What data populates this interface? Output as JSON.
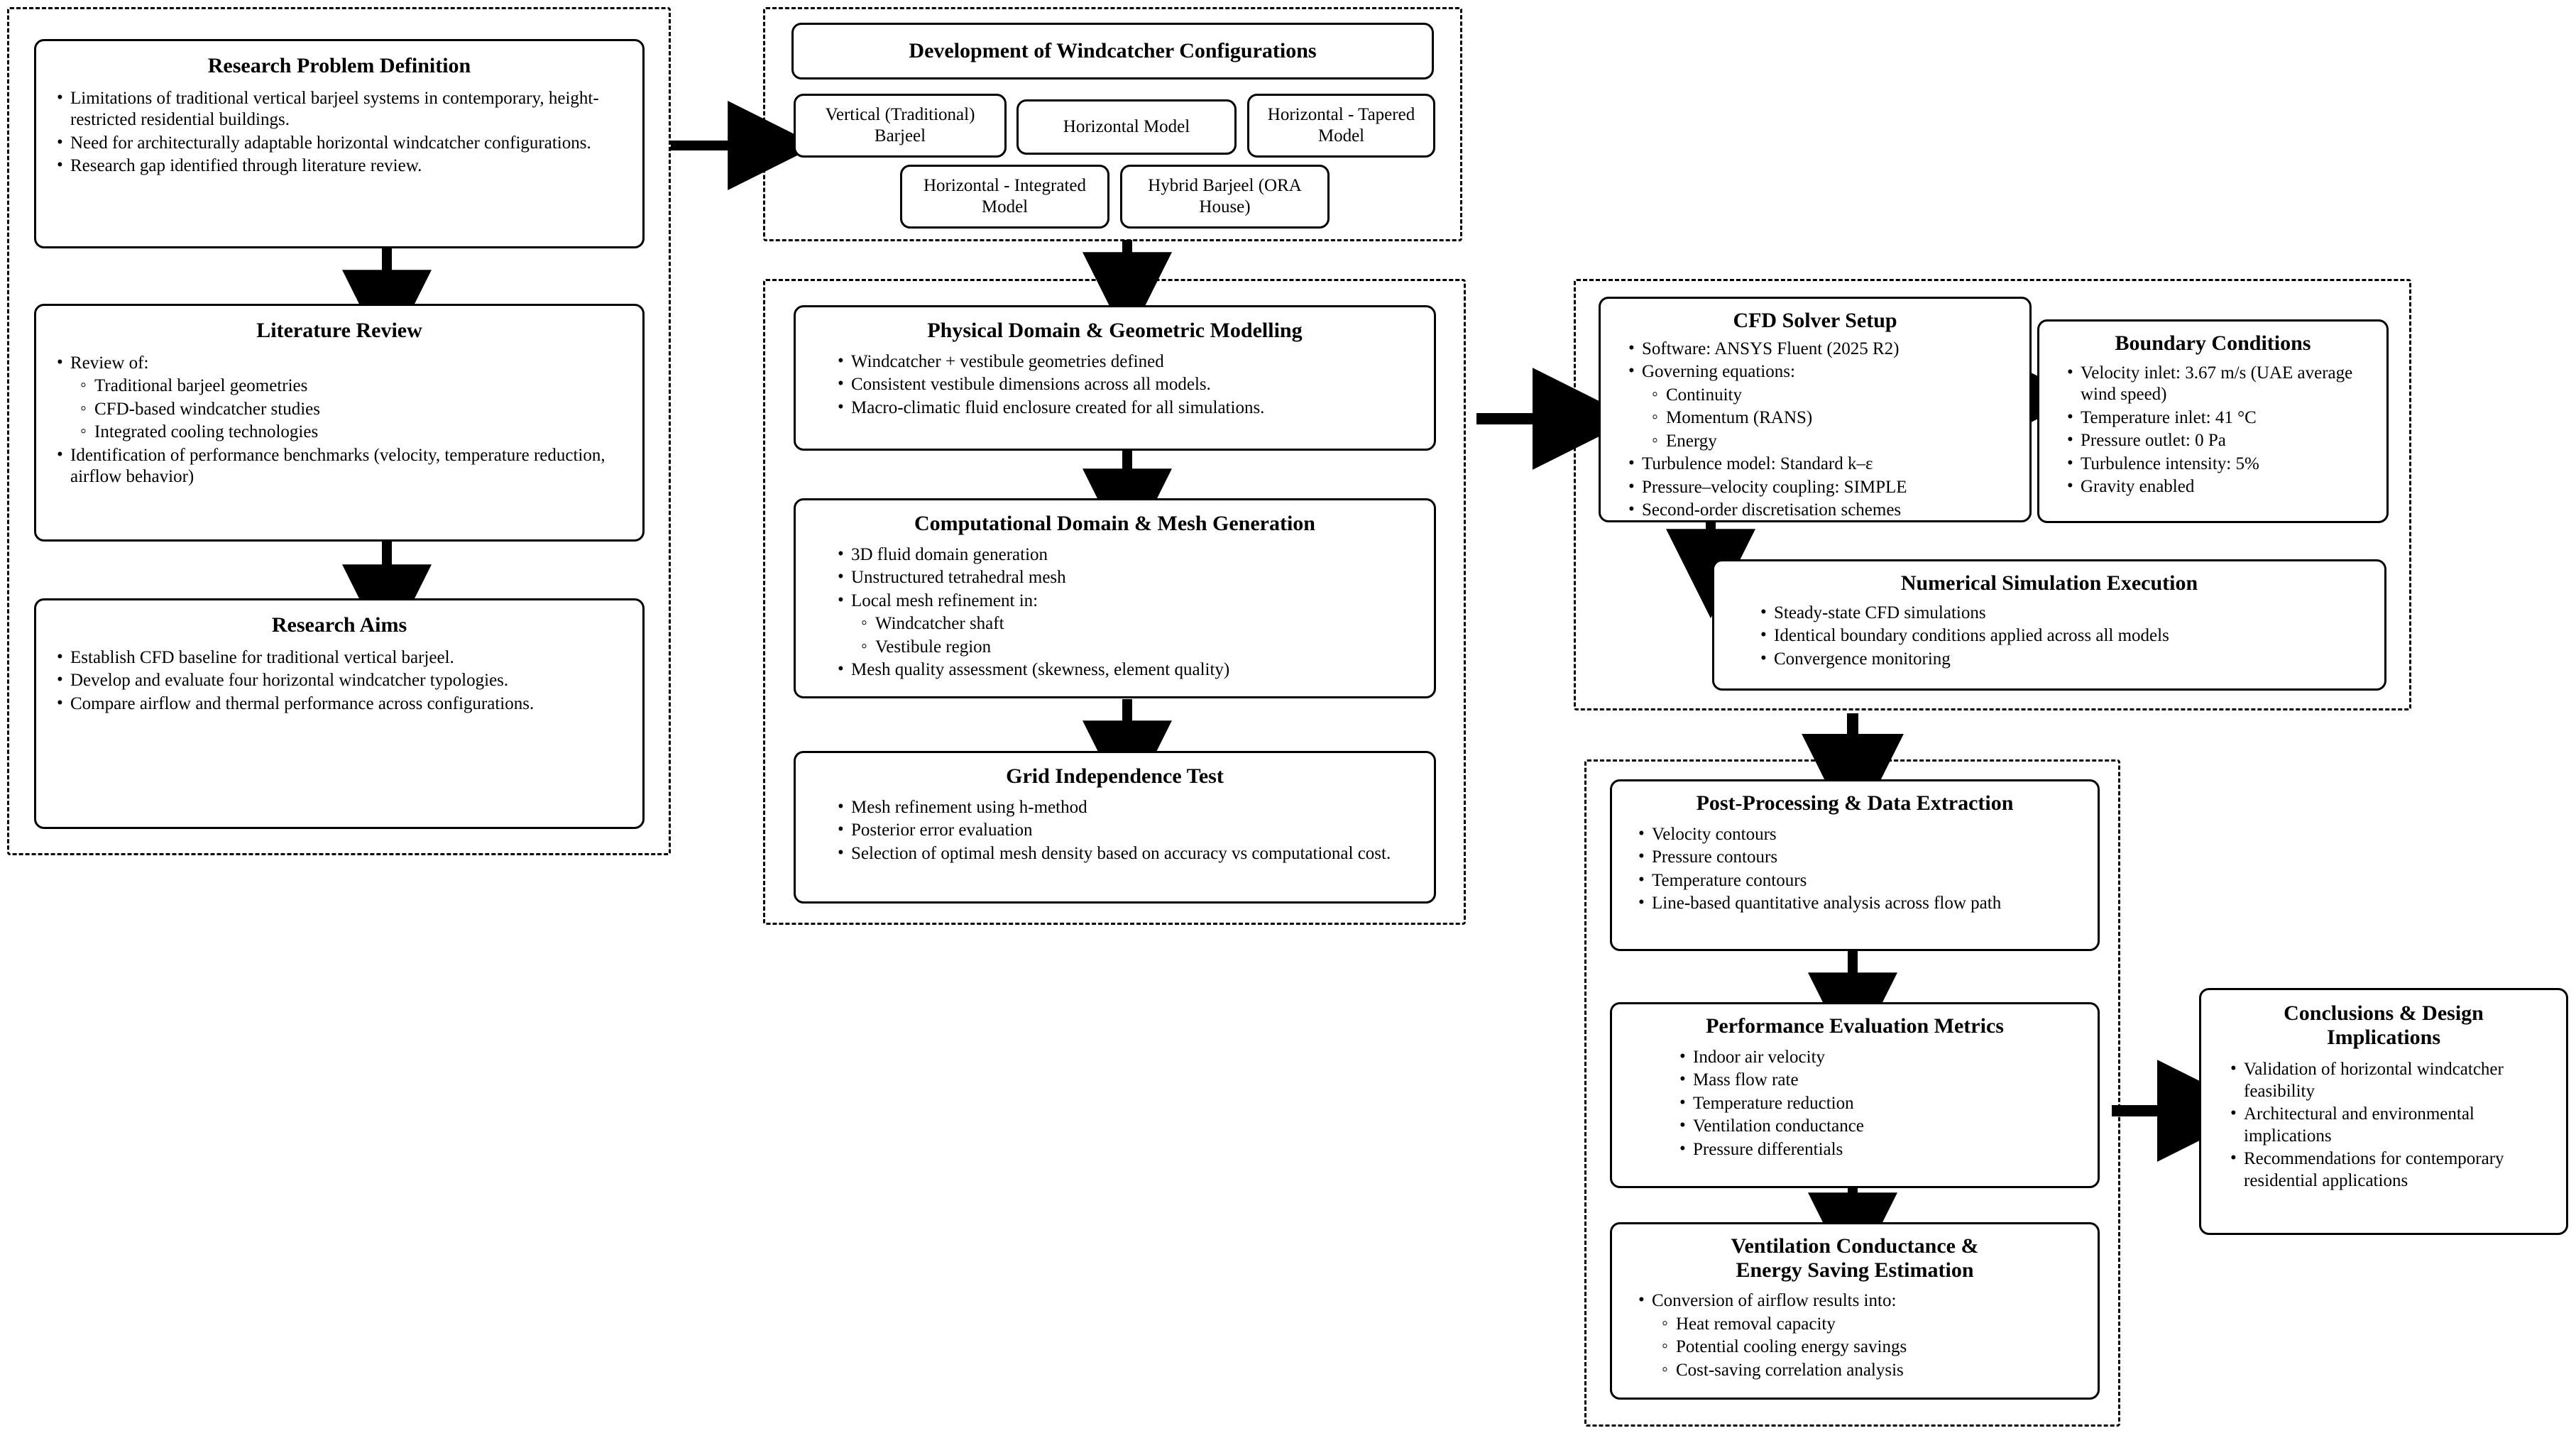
{
  "groups": {
    "left": {
      "name": "Research framing group"
    },
    "configs": {
      "name": "Windcatcher configuration group"
    },
    "modelling": {
      "name": "Modelling group"
    },
    "solver": {
      "name": "Solver group"
    },
    "post": {
      "name": "Post-processing group"
    }
  },
  "nodes": {
    "research_problem": {
      "title": "Research Problem Definition",
      "items": [
        {
          "text": "Limitations of traditional vertical barjeel systems in contemporary, height-restricted residential buildings.",
          "level": 1
        },
        {
          "text": "Need for architecturally adaptable horizontal windcatcher configurations.",
          "level": 1
        },
        {
          "text": "Research gap identified through literature review.",
          "level": 1
        }
      ]
    },
    "literature_review": {
      "title": "Literature Review",
      "items": [
        {
          "text": "Review of:",
          "level": 1
        },
        {
          "text": "Traditional barjeel geometries",
          "level": 2
        },
        {
          "text": "CFD-based windcatcher studies",
          "level": 2
        },
        {
          "text": "Integrated cooling technologies",
          "level": 2
        },
        {
          "text": "Identification of performance benchmarks (velocity, temperature reduction, airflow behavior)",
          "level": 1
        }
      ]
    },
    "research_aims": {
      "title": "Research Aims",
      "items": [
        {
          "text": "Establish CFD baseline for traditional vertical barjeel.",
          "level": 1
        },
        {
          "text": "Develop and evaluate four horizontal windcatcher typologies.",
          "level": 1
        },
        {
          "text": "Compare airflow and thermal performance across configurations.",
          "level": 1
        }
      ]
    },
    "dev_configs": {
      "title": "Development of Windcatcher Configurations",
      "chips": [
        "Vertical (Traditional) Barjeel",
        "Horizontal Model",
        "Horizontal - Tapered Model",
        "Horizontal - Integrated Model",
        "Hybrid Barjeel (ORA House)"
      ]
    },
    "physical_domain": {
      "title": "Physical Domain & Geometric Modelling",
      "items": [
        {
          "text": "Windcatcher + vestibule geometries defined",
          "level": 1
        },
        {
          "text": "Consistent vestibule dimensions across all models.",
          "level": 1
        },
        {
          "text": "Macro-climatic fluid enclosure created for all simulations.",
          "level": 1
        }
      ]
    },
    "mesh_generation": {
      "title": "Computational Domain & Mesh Generation",
      "items": [
        {
          "text": "3D fluid domain generation",
          "level": 1
        },
        {
          "text": "Unstructured tetrahedral mesh",
          "level": 1
        },
        {
          "text": "Local mesh refinement in:",
          "level": 1
        },
        {
          "text": "Windcatcher shaft",
          "level": 2
        },
        {
          "text": "Vestibule region",
          "level": 2
        },
        {
          "text": "Mesh quality assessment (skewness, element quality)",
          "level": 1
        }
      ]
    },
    "grid_independence": {
      "title": "Grid Independence Test",
      "items": [
        {
          "text": "Mesh refinement using h-method",
          "level": 1
        },
        {
          "text": "Posterior error evaluation",
          "level": 1
        },
        {
          "text": "Selection of optimal mesh density based on accuracy vs computational cost.",
          "level": 1
        }
      ]
    },
    "cfd_solver": {
      "title": "CFD Solver Setup",
      "items": [
        {
          "text": "Software: ANSYS Fluent (2025 R2)",
          "level": 1
        },
        {
          "text": "Governing equations:",
          "level": 1
        },
        {
          "text": "Continuity",
          "level": 2
        },
        {
          "text": "Momentum (RANS)",
          "level": 2
        },
        {
          "text": "Energy",
          "level": 2
        },
        {
          "text": "Turbulence model: Standard k–ε",
          "level": 1
        },
        {
          "text": "Pressure–velocity coupling: SIMPLE",
          "level": 1
        },
        {
          "text": "Second-order discretisation schemes",
          "level": 1
        }
      ]
    },
    "boundary_conditions": {
      "title": "Boundary Conditions",
      "items": [
        {
          "text": "Velocity inlet: 3.67 m/s (UAE average wind speed)",
          "level": 1
        },
        {
          "text": "Temperature inlet: 41 °C",
          "level": 1
        },
        {
          "text": "Pressure outlet: 0 Pa",
          "level": 1
        },
        {
          "text": "Turbulence intensity: 5%",
          "level": 1
        },
        {
          "text": "Gravity enabled",
          "level": 1
        }
      ]
    },
    "simulation_execution": {
      "title": "Numerical Simulation Execution",
      "items": [
        {
          "text": "Steady-state CFD simulations",
          "level": 1
        },
        {
          "text": "Identical boundary conditions applied across all models",
          "level": 1
        },
        {
          "text": "Convergence monitoring",
          "level": 1
        }
      ]
    },
    "post_processing": {
      "title": "Post-Processing & Data Extraction",
      "items": [
        {
          "text": "Velocity contours",
          "level": 1
        },
        {
          "text": "Pressure contours",
          "level": 1
        },
        {
          "text": "Temperature contours",
          "level": 1
        },
        {
          "text": "Line-based quantitative analysis across flow path",
          "level": 1
        }
      ]
    },
    "performance_metrics": {
      "title": "Performance Evaluation Metrics",
      "items": [
        {
          "text": "Indoor air velocity",
          "level": 1
        },
        {
          "text": "Mass flow rate",
          "level": 1
        },
        {
          "text": "Temperature reduction",
          "level": 1
        },
        {
          "text": "Ventilation conductance",
          "level": 1
        },
        {
          "text": "Pressure differentials",
          "level": 1
        }
      ]
    },
    "ventilation_conductance": {
      "title": "Ventilation Conductance &\nEnergy Saving Estimation",
      "title_line1": "Ventilation Conductance &",
      "title_line2": "Energy Saving Estimation",
      "items": [
        {
          "text": "Conversion of airflow results into:",
          "level": 1
        },
        {
          "text": "Heat removal capacity",
          "level": 2
        },
        {
          "text": "Potential cooling energy savings",
          "level": 2
        },
        {
          "text": "Cost-saving correlation analysis",
          "level": 2
        }
      ]
    },
    "conclusions": {
      "title_line1": "Conclusions & Design",
      "title_line2": "Implications",
      "items": [
        {
          "text": "Validation of horizontal windcatcher feasibility",
          "level": 1
        },
        {
          "text": "Architectural and environmental implications",
          "level": 1
        },
        {
          "text": "Recommendations for contemporary residential applications",
          "level": 1
        }
      ]
    }
  },
  "colors": {
    "line": "#000000",
    "background": "#ffffff"
  }
}
